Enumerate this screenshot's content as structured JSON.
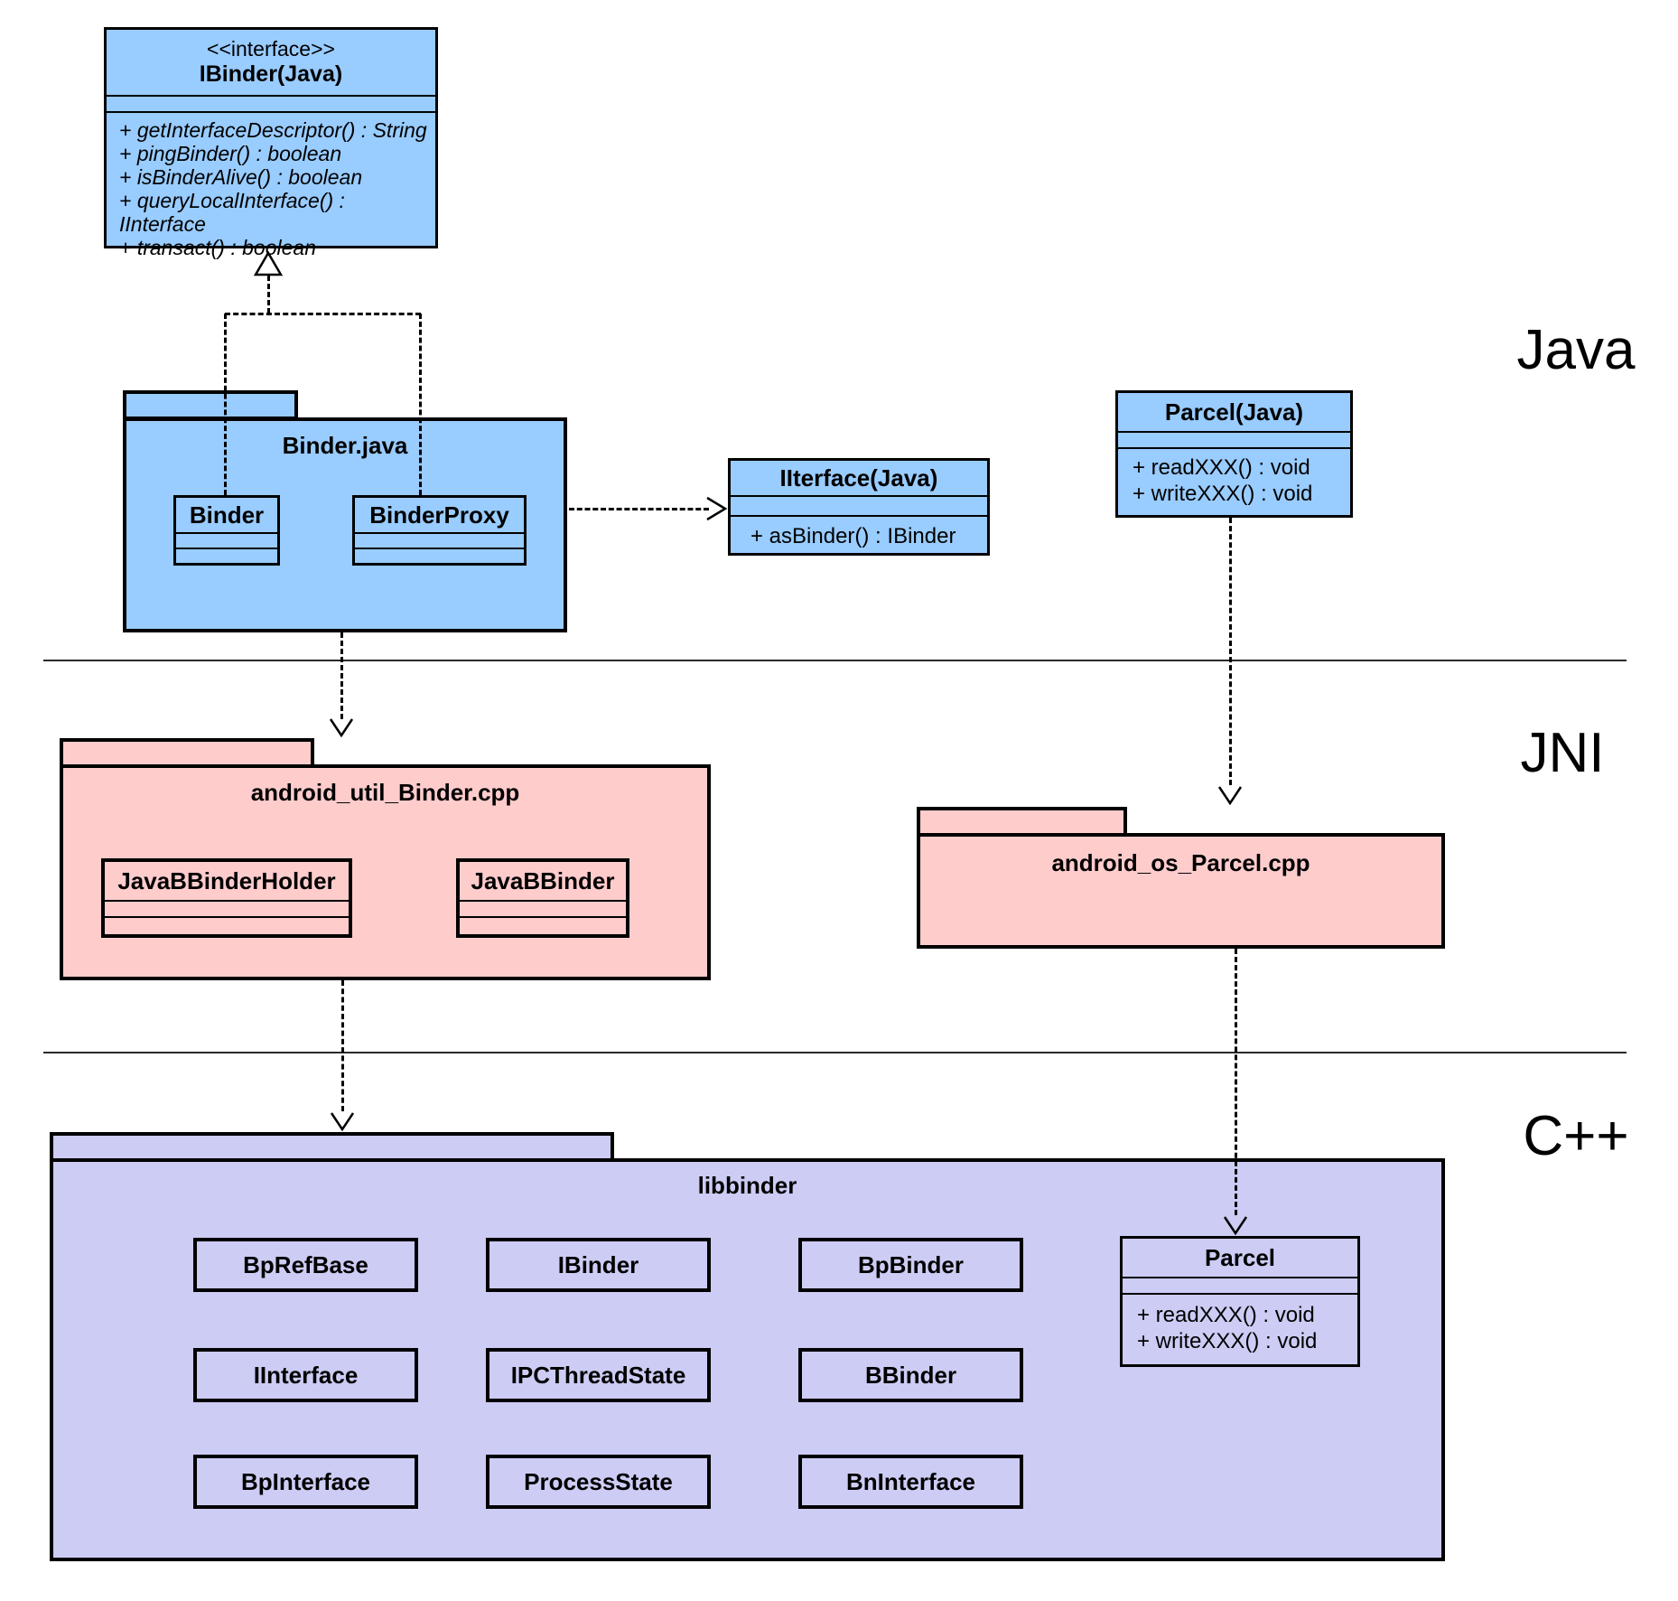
{
  "colors": {
    "java_fill": "#99ccff",
    "jni_fill": "#ffcccc",
    "cpp_fill": "#ccccf4",
    "border": "#000000"
  },
  "labels": {
    "java": "Java",
    "jni": "JNI",
    "cpp": "C++"
  },
  "ibinder": {
    "stereotype": "<<interface>>",
    "name": "IBinder(Java)",
    "methods": [
      "+ getInterfaceDescriptor() : String",
      "+ pingBinder() : boolean",
      "+ isBinderAlive() : boolean",
      "+ queryLocalInterface() : IInterface",
      "+ transact() : boolean"
    ]
  },
  "binder_java": {
    "title": "Binder.java",
    "classes": [
      "Binder",
      "BinderProxy"
    ]
  },
  "iiterface": {
    "name": "IIterface(Java)",
    "method": "+ asBinder() : IBinder"
  },
  "parcel_java": {
    "name": "Parcel(Java)",
    "methods": [
      "+ readXXX() : void",
      "+ writeXXX() : void"
    ]
  },
  "android_util": {
    "title": "android_util_Binder.cpp",
    "classes": [
      "JavaBBinderHolder",
      "JavaBBinder"
    ]
  },
  "android_os_parcel": {
    "title": "android_os_Parcel.cpp"
  },
  "libbinder": {
    "title": "libbinder",
    "classes": [
      "BpRefBase",
      "IBinder",
      "BpBinder",
      "IInterface",
      "IPCThreadState",
      "BBinder",
      "BpInterface",
      "ProcessState",
      "BnInterface"
    ],
    "parcel": {
      "name": "Parcel",
      "methods": [
        "+ readXXX() : void",
        "+ writeXXX() : void"
      ]
    }
  }
}
